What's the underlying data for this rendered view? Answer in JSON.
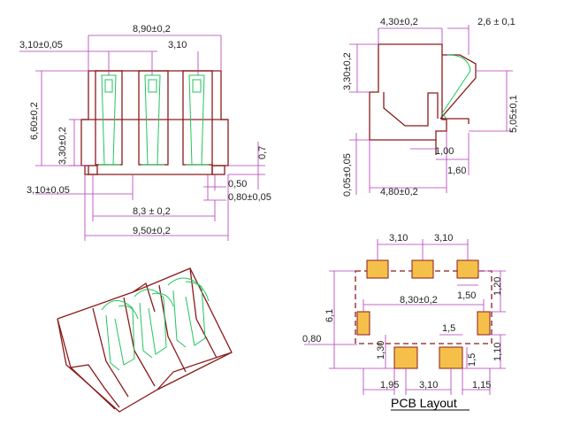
{
  "colors": {
    "outline": "#8b1a1a",
    "contact": "#22c55e",
    "dimension": "#b03ab8",
    "pad_fill": "#f5c04a",
    "pad_stroke": "#8b1a1a",
    "text": "#222222"
  },
  "front_view": {
    "dims": {
      "top_width": "8,90±0,2",
      "left_pitch": "3,10±0,05",
      "mid_pitch": "3,10",
      "height_total": "6,60±0,2",
      "height_lower": "3,30±0,2",
      "pin_len": "0,7",
      "bottom_pitch": "3,10±0,05",
      "pin_w": "0,50",
      "pin_gap": "0,80±0,05",
      "span": "8,3 ± 0,2",
      "overall": "9,50±0,2"
    }
  },
  "side_view": {
    "dims": {
      "top_width": "4,30±0,2",
      "lead_offset": "2,6 ± 0,1",
      "upper_height": "3,30±0,2",
      "right_height": "5,05±0,1",
      "pin_1": "1,00",
      "pin_2": "1,60",
      "standoff": "0,05±0,05",
      "depth": "4,80±0,2"
    }
  },
  "pcb_layout": {
    "title": "PCB Layout",
    "dims": {
      "pitch_1": "3,10",
      "pitch_2": "3,10",
      "row_span": "8,30±0,2",
      "pad_1": "1,50",
      "pad_2": "1,20",
      "height": "6,1",
      "edge": "0,80",
      "small_1": "1,5",
      "small_2": "1,10",
      "small_3": "1,30",
      "small_4": "1,5",
      "left_off": "1,95",
      "bottom_pitch": "3,10",
      "right_off": "1,15"
    }
  }
}
